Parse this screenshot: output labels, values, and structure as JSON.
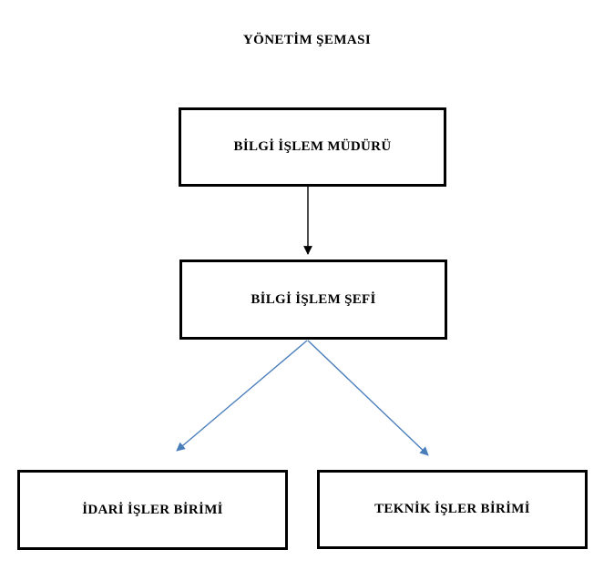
{
  "page": {
    "title": "YÖNETİM ŞEMASI"
  },
  "chart": {
    "type": "org-chart",
    "nodes": [
      {
        "id": "director",
        "label": "BİLGİ İŞLEM MÜDÜRÜ",
        "level": 1
      },
      {
        "id": "chief",
        "label": "BİLGİ İŞLEM ŞEFİ",
        "level": 2
      },
      {
        "id": "admin",
        "label": "İDARİ İŞLER BİRİMİ",
        "level": 3
      },
      {
        "id": "technical",
        "label": "TEKNİK İŞLER BİRİMİ",
        "level": 3
      }
    ],
    "edges": [
      {
        "from": "director",
        "to": "chief",
        "style": "straight-down",
        "color": "#000000"
      },
      {
        "from": "chief",
        "to": "admin",
        "style": "diagonal",
        "color": "#4a7ebb"
      },
      {
        "from": "chief",
        "to": "technical",
        "style": "diagonal",
        "color": "#4a7ebb"
      }
    ],
    "colors": {
      "background": "#ffffff",
      "box_border": "#000000",
      "text": "#000000",
      "connector_black": "#000000",
      "connector_blue": "#4a7ebb"
    }
  }
}
